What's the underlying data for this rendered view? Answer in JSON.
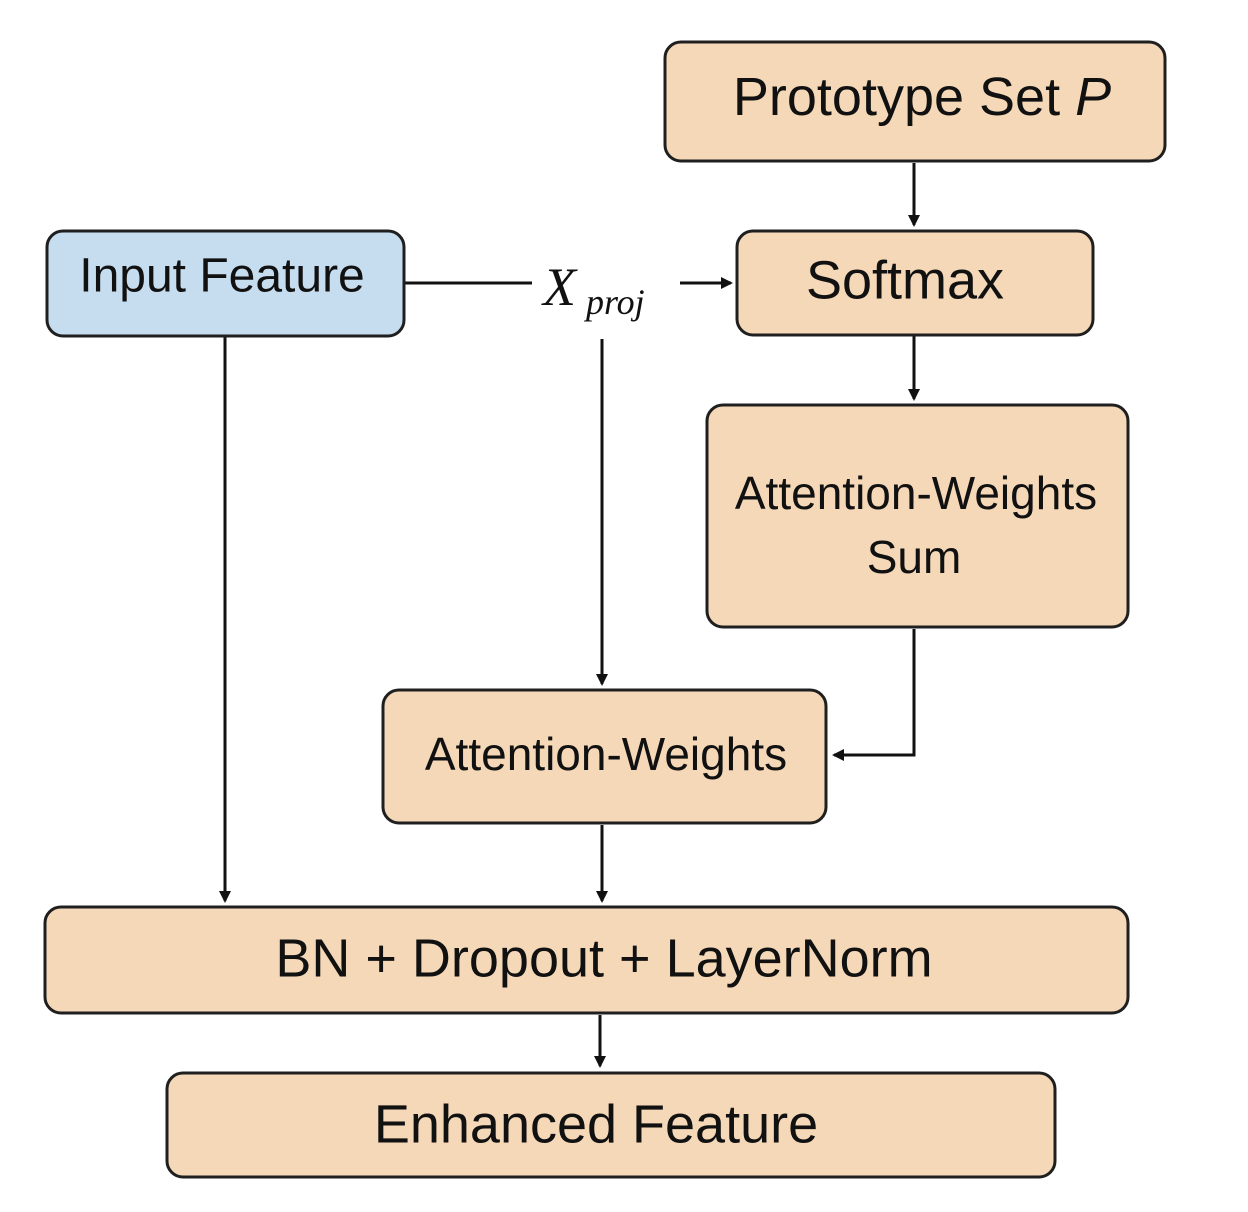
{
  "colors": {
    "input_fill": "#c6dcef",
    "block_fill": "#f5d8b8",
    "stroke": "#1f1f1f",
    "arrow": "#111111",
    "text": "#111111"
  },
  "nodes": {
    "prototype_set": {
      "label": "Prototype Set ",
      "symbol": "P"
    },
    "input_feature": {
      "label": "Input Feature"
    },
    "softmax": {
      "label": "Softmax"
    },
    "attention_weights_sum": {
      "line1": "Attention-Weights",
      "line2": "Sum"
    },
    "attention_weights": {
      "label": "Attention-Weights"
    },
    "bn_dropout_layernorm": {
      "label": "BN + Dropout + LayerNorm"
    },
    "enhanced_feature": {
      "label": "Enhanced Feature"
    }
  },
  "edge_labels": {
    "x_proj": {
      "main": "X",
      "subscript": "proj"
    }
  }
}
